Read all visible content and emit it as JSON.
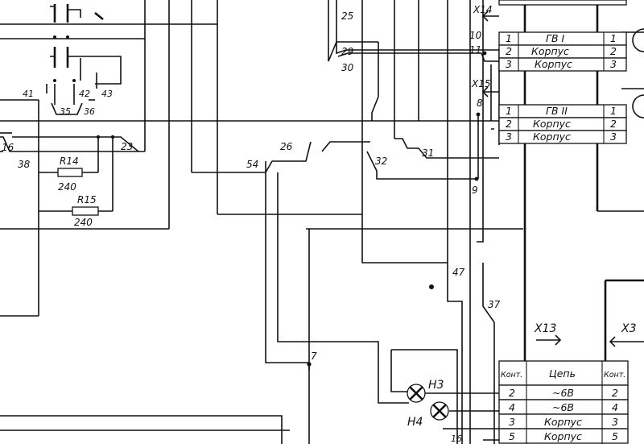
{
  "wire_labels": {
    "w10": "10",
    "w11": "11",
    "w8": "8",
    "w9": "9",
    "w25": "25",
    "w29": "29",
    "w30": "30",
    "w41": "41",
    "w35": "35",
    "w36": "36",
    "w42": "42",
    "w43": "43",
    "w16": "16",
    "w23": "23",
    "w38": "38",
    "w26": "26",
    "w54": "54",
    "w32": "32",
    "w31": "31",
    "w47": "47",
    "w37": "37",
    "w7": "7",
    "w16b": "16"
  },
  "resistors": [
    {
      "ref": "R14",
      "value": "240"
    },
    {
      "ref": "R15",
      "value": "240"
    }
  ],
  "lamps": [
    {
      "ref": "H3"
    },
    {
      "ref": "H4"
    }
  ],
  "connectors": {
    "x14": {
      "ref": "X14",
      "rows": [
        {
          "pin": "1",
          "circuit": "ГВ I",
          "mate": "1"
        },
        {
          "pin": "2",
          "circuit": "Корпус",
          "mate": "2"
        },
        {
          "pin": "3",
          "circuit": "Корпус",
          "mate": "3"
        }
      ]
    },
    "x15": {
      "ref": "X15",
      "rows": [
        {
          "pin": "1",
          "circuit": "ГВ II",
          "mate": "1"
        },
        {
          "pin": "2",
          "circuit": "Корпус",
          "mate": "2"
        },
        {
          "pin": "3",
          "circuit": "Корпус",
          "mate": "3"
        }
      ]
    },
    "x13": {
      "ref": "X13",
      "headers": {
        "pin": "Конт.",
        "circuit": "Цепь",
        "mate": "Конт."
      },
      "rows": [
        {
          "pin": "2",
          "circuit": "~6В",
          "mate": "2"
        },
        {
          "pin": "4",
          "circuit": "~6В",
          "mate": "4"
        },
        {
          "pin": "3",
          "circuit": "Корпус",
          "mate": "3"
        },
        {
          "pin": "5",
          "circuit": "Корпус",
          "mate": "5"
        }
      ]
    },
    "x3": {
      "ref": "X3"
    }
  }
}
